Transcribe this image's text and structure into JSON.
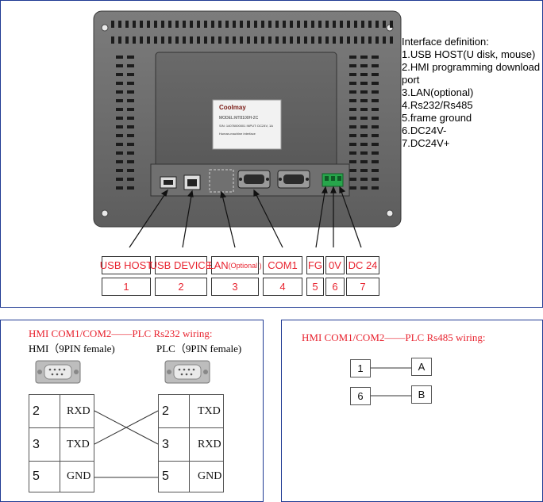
{
  "interface_definition": {
    "title": "Interface definition:",
    "items": [
      "1.USB HOST(U disk, mouse)",
      "2.HMI programming download",
      "port",
      "3.LAN(optional)",
      "4.Rs232/Rs485",
      "5.frame ground",
      "6.DC24V-",
      "7.DC24V+"
    ]
  },
  "device_label": {
    "brand": "Coolmay",
    "model_line": "MODEL:MT8100H-2C",
    "text_lines": [
      "S/N: 14076000001   INPUT: DC24V, 1A",
      "Human-machine interface"
    ]
  },
  "ports": [
    {
      "label": "USB HOST",
      "small": "",
      "number": "1"
    },
    {
      "label": "USB DEVICE",
      "small": "",
      "number": "2"
    },
    {
      "label": "LAN",
      "small": "(Optional )",
      "number": "3"
    },
    {
      "label": "COM1",
      "small": "",
      "number": "4"
    },
    {
      "label": "FG",
      "small": "",
      "number": "5"
    },
    {
      "label": "0V",
      "small": "",
      "number": "6"
    },
    {
      "label": "DC 24",
      "small": "",
      "number": "7"
    }
  ],
  "rs232": {
    "title": "HMI COM1/COM2——PLC Rs232 wiring:",
    "hmi_caption": "HMI（9PIN female)",
    "plc_caption": "PLC（9PIN female)",
    "hmi_rows": [
      {
        "pin": "2",
        "signal": "RXD"
      },
      {
        "pin": "3",
        "signal": "TXD"
      },
      {
        "pin": "5",
        "signal": "GND"
      }
    ],
    "plc_rows": [
      {
        "pin": "2",
        "signal": "TXD"
      },
      {
        "pin": "3",
        "signal": "RXD"
      },
      {
        "pin": "5",
        "signal": "GND"
      }
    ]
  },
  "rs485": {
    "title": "HMI COM1/COM2——PLC Rs485 wiring:",
    "rows": [
      {
        "pin": "1",
        "signal": "A"
      },
      {
        "pin": "6",
        "signal": "B"
      }
    ]
  },
  "colors": {
    "frame": "#1f3a93",
    "label_red": "#e8232f",
    "device_gray": "#6e6e6e",
    "device_dark": "#4a4a4a"
  }
}
